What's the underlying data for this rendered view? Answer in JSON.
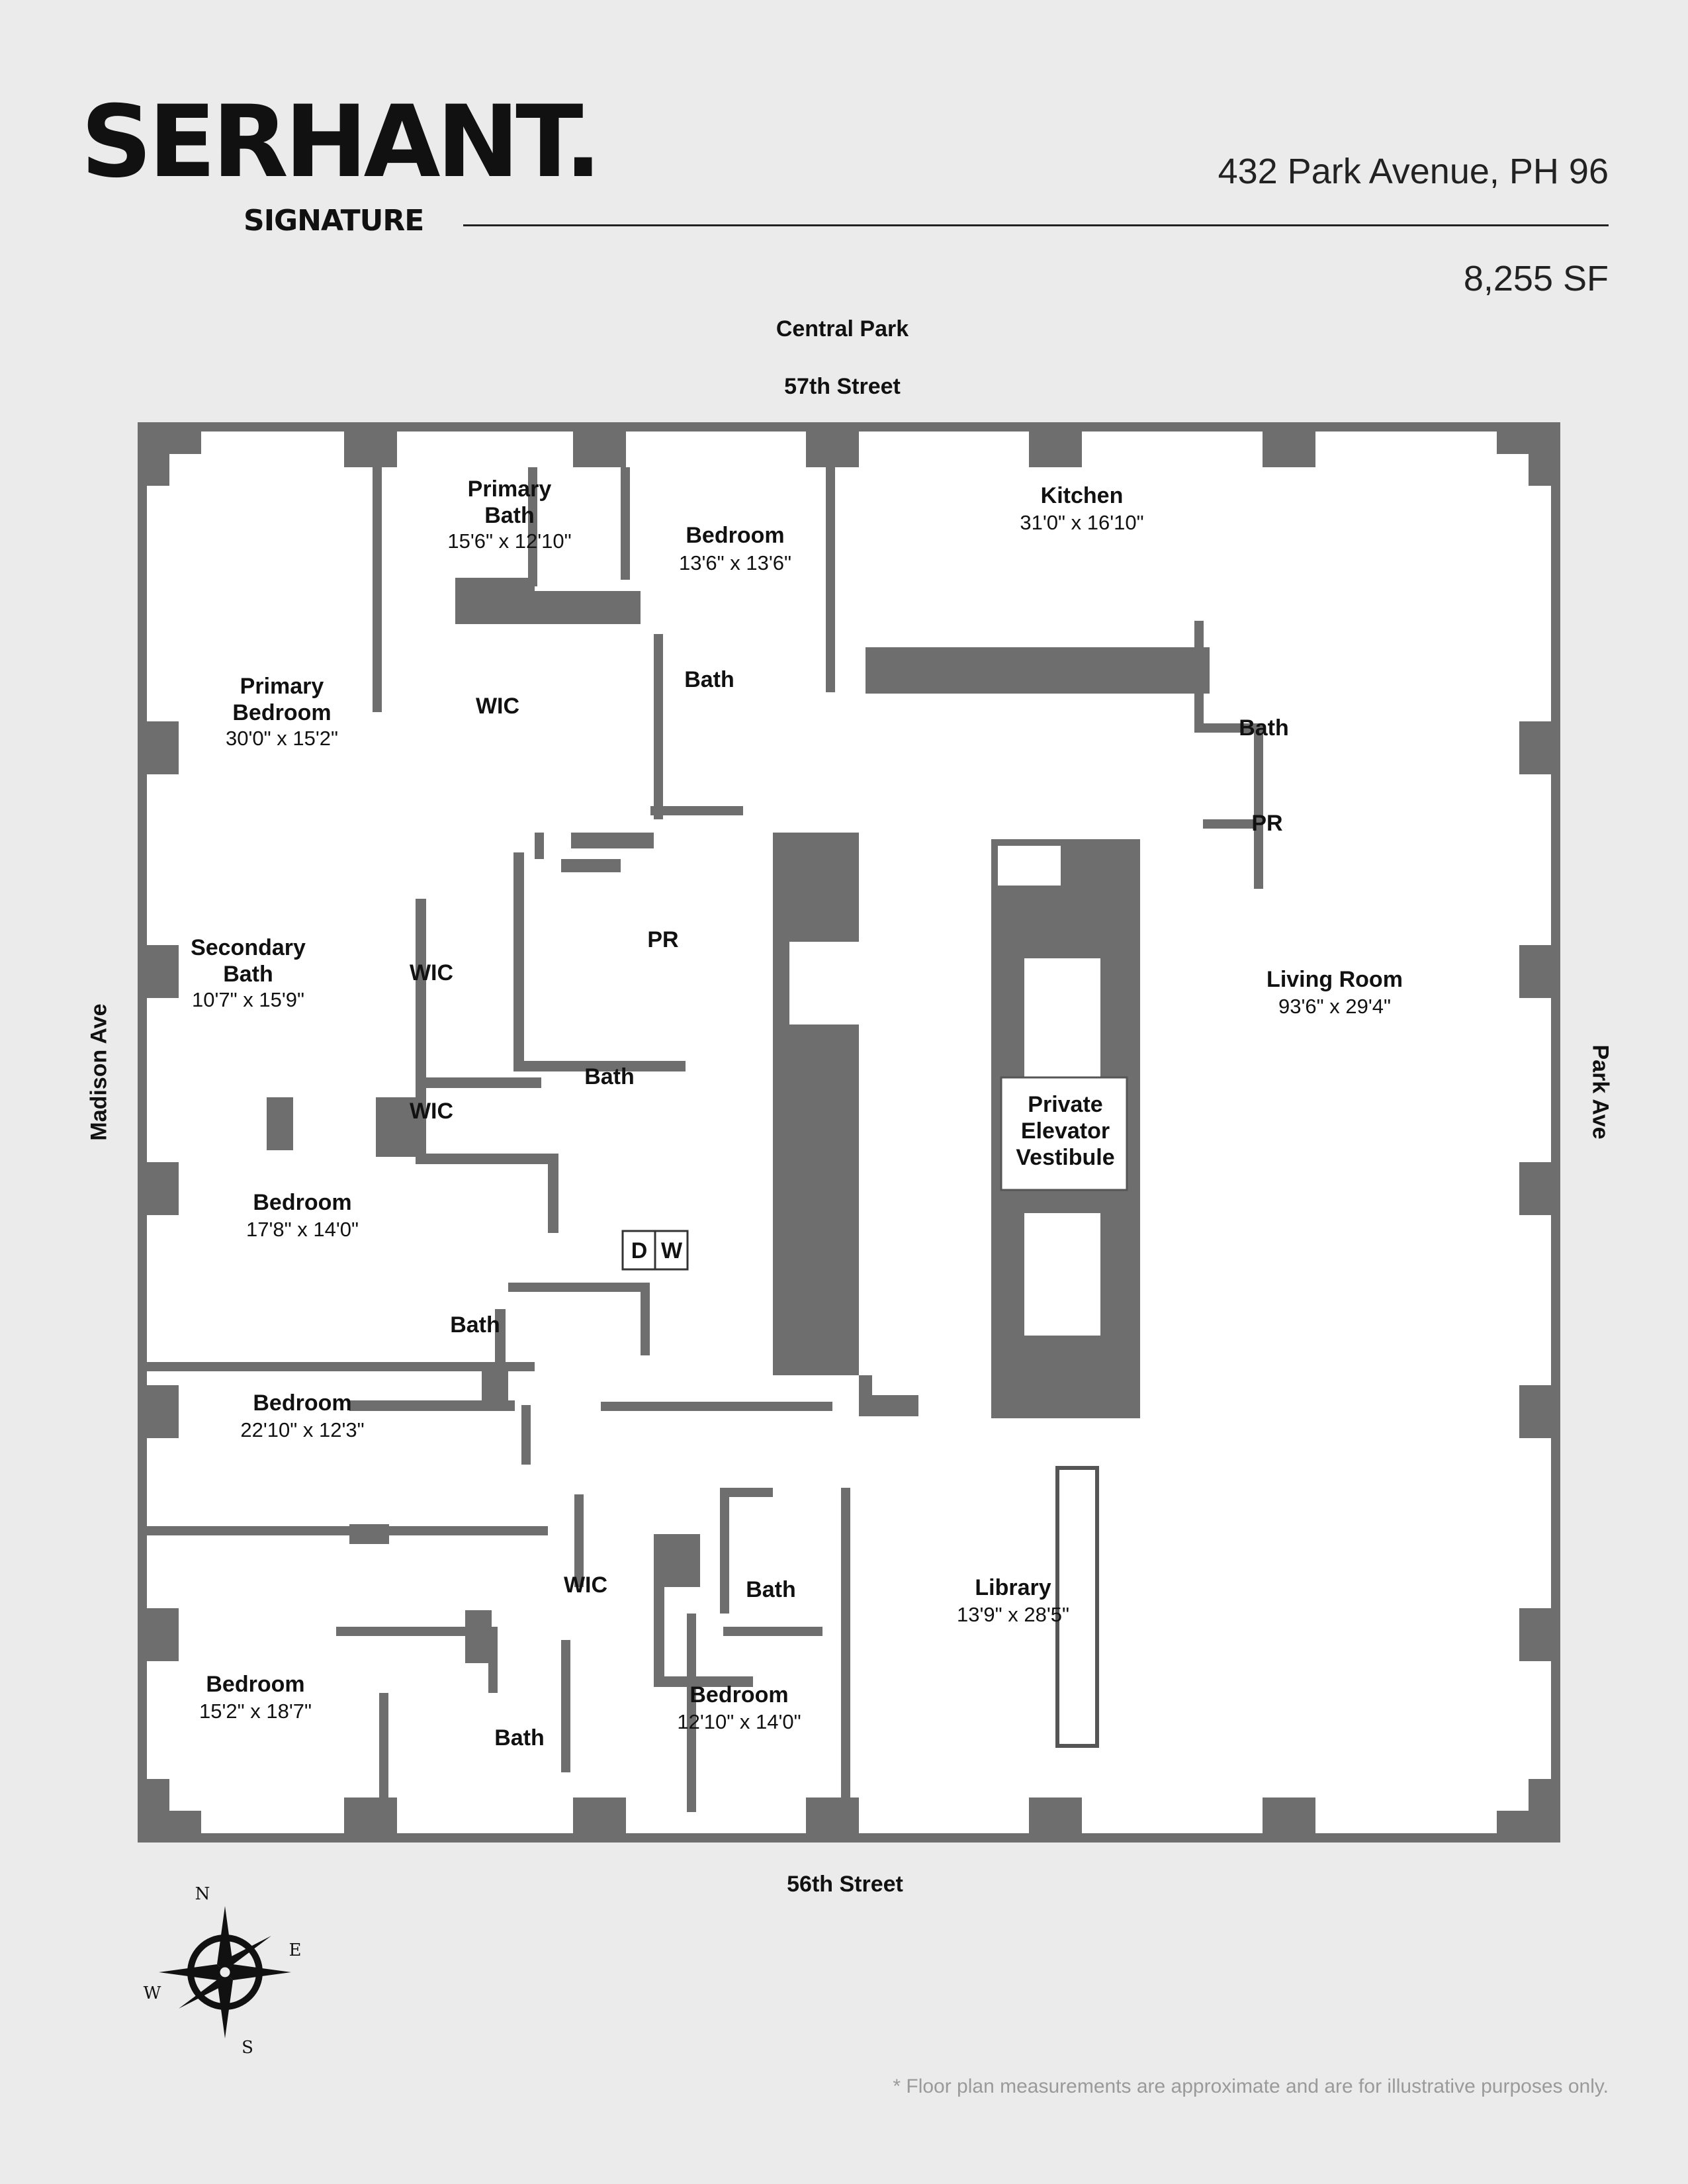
{
  "header": {
    "brand": "SERHANT.",
    "brand_sub": "SIGNATURE",
    "address": "432 Park Avenue, PH 96",
    "area": "8,255 SF"
  },
  "streets": {
    "north_top": "Central Park",
    "north": "57th Street",
    "south": "56th Street",
    "west": "Madison Ave",
    "east": "Park Ave"
  },
  "rooms": [
    {
      "name": "Primary\nBath",
      "dim": "15'6\" x 12'10\""
    },
    {
      "name": "Bedroom",
      "dim": "13'6\" x 13'6\""
    },
    {
      "name": "Kitchen",
      "dim": "31'0\" x 16'10\""
    },
    {
      "name": "Primary\nBedroom",
      "dim": "30'0\" x 15'2\""
    },
    {
      "name": "WIC",
      "dim": ""
    },
    {
      "name": "Bath",
      "dim": ""
    },
    {
      "name": "Bath",
      "dim": ""
    },
    {
      "name": "PR",
      "dim": ""
    },
    {
      "name": "Secondary\nBath",
      "dim": "10'7\" x 15'9\""
    },
    {
      "name": "WIC",
      "dim": ""
    },
    {
      "name": "PR",
      "dim": ""
    },
    {
      "name": "Living Room",
      "dim": "93'6\" x 29'4\""
    },
    {
      "name": "Bath",
      "dim": ""
    },
    {
      "name": "WIC",
      "dim": ""
    },
    {
      "name": "Private\nElevator\nVestibule",
      "dim": ""
    },
    {
      "name": "Bedroom",
      "dim": "17'8\" x 14'0\""
    },
    {
      "name": "Bath",
      "dim": ""
    },
    {
      "name": "Bedroom",
      "dim": "22'10\" x 12'3\""
    },
    {
      "name": "WIC",
      "dim": ""
    },
    {
      "name": "Bath",
      "dim": ""
    },
    {
      "name": "Library",
      "dim": "13'9\" x 28'5\""
    },
    {
      "name": "Bedroom",
      "dim": "15'2\" x 18'7\""
    },
    {
      "name": "Bath",
      "dim": ""
    },
    {
      "name": "Bedroom",
      "dim": "12'10\" x 14'0\""
    }
  ],
  "laundry": {
    "dryer": "D",
    "washer": "W"
  },
  "compass": {
    "n": "N",
    "e": "E",
    "s": "S",
    "w": "W"
  },
  "footnote": "* Floor plan measurements are approximate and are for illustrative purposes only."
}
